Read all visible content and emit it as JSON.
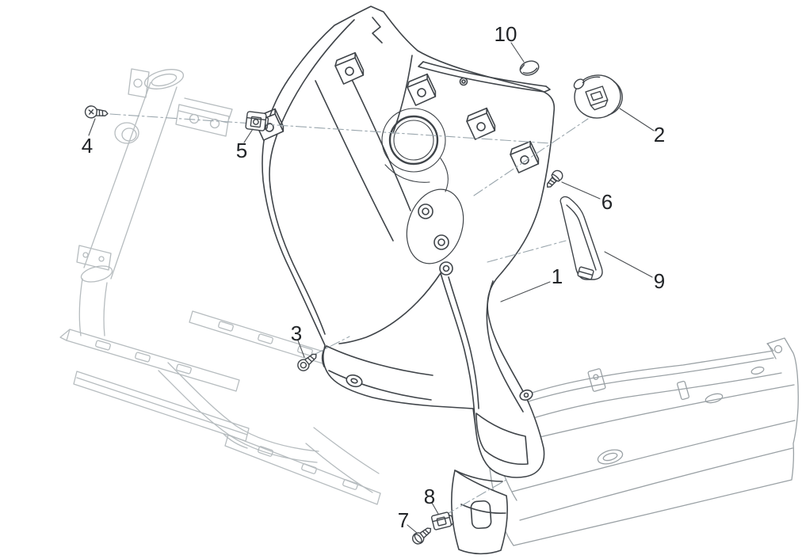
{
  "callouts": [
    {
      "label": "1"
    },
    {
      "label": "2"
    },
    {
      "label": "3"
    },
    {
      "label": "4"
    },
    {
      "label": "5"
    },
    {
      "label": "6"
    },
    {
      "label": "7"
    },
    {
      "label": "8"
    },
    {
      "label": "9"
    },
    {
      "label": "10"
    }
  ],
  "colors": {
    "background": "#ffffff",
    "part_line": "#3f4449",
    "reference_line": "#b6bcbf",
    "floor_line": "#9aa1a5",
    "centerline": "#9aa6ad",
    "leader_line": "#4a4e52",
    "callout_text": "#212427"
  }
}
